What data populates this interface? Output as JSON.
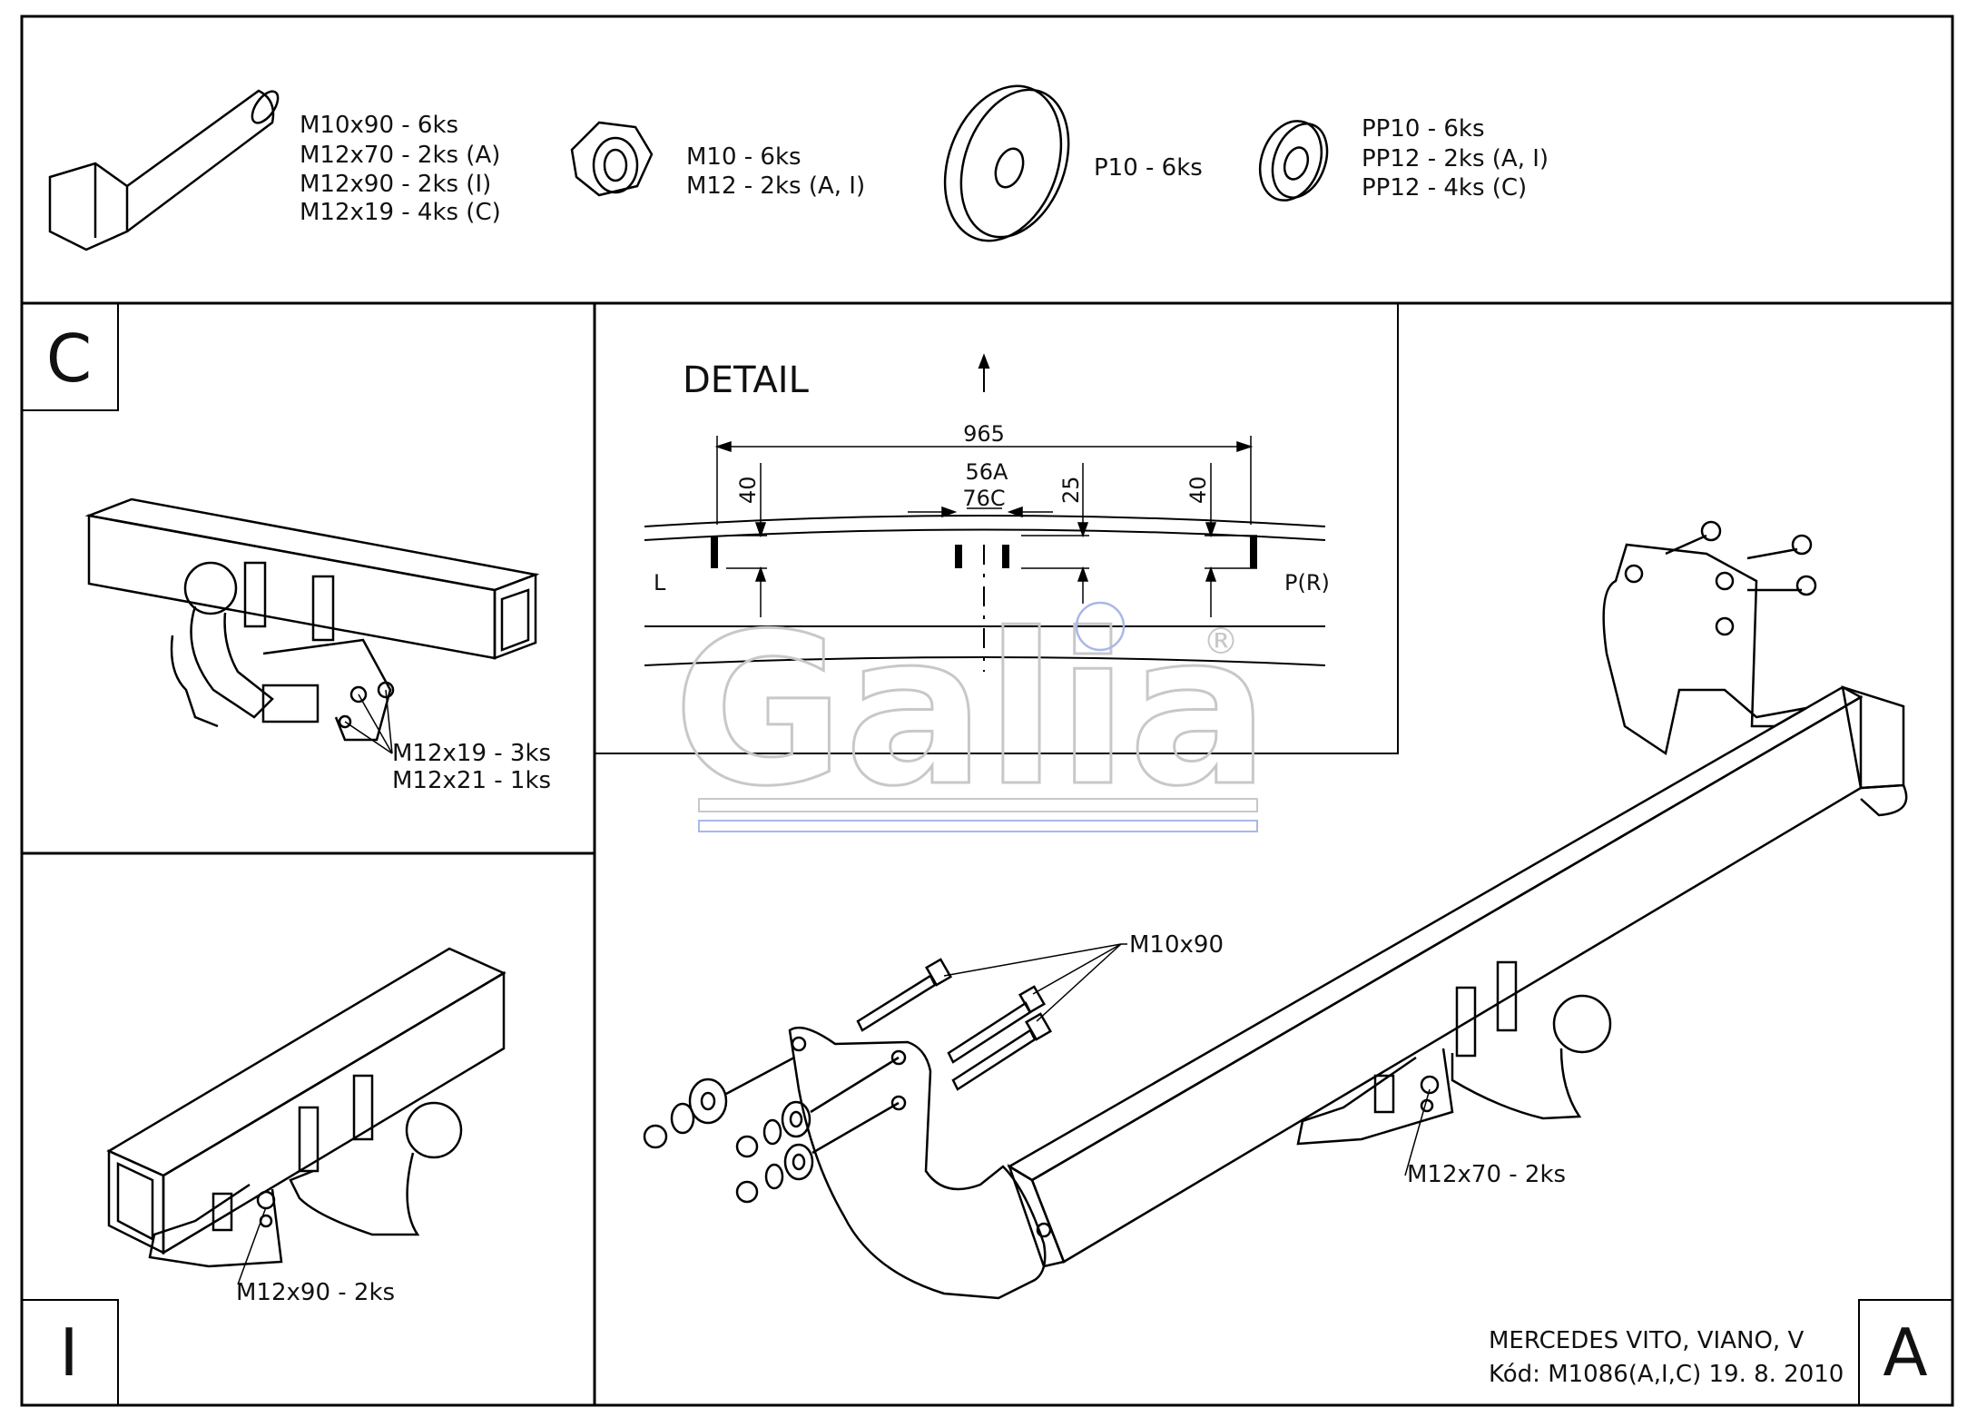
{
  "hardware": {
    "bolt": [
      "M10x90 - 6ks",
      "M12x70 - 2ks (A)",
      "M12x90 - 2ks (I)",
      "M12x19 - 4ks (C)"
    ],
    "nut": [
      "M10 - 6ks",
      "M12 - 2ks (A, I)"
    ],
    "washer": [
      "P10 - 6ks"
    ],
    "spring_washer": [
      "PP10 - 6ks",
      "PP12 - 2ks (A, I)",
      "PP12 - 4ks (C)"
    ]
  },
  "panel_c": {
    "letter": "C",
    "callouts": [
      "M12x19 - 3ks",
      "M12x21 - 1ks"
    ]
  },
  "panel_i": {
    "letter": "I",
    "callout": "M12x90 - 2ks"
  },
  "detail": {
    "title": "DETAIL",
    "dim_total": "965",
    "dim_center_a": "56A",
    "dim_center_c": "76C",
    "dim_left": "40",
    "dim_mid": "25",
    "dim_right": "40",
    "side_left": "L",
    "side_right": "P(R)"
  },
  "logo": {
    "text": "Galia",
    "mark": "®"
  },
  "panel_a": {
    "letter": "A",
    "callout_bolts": "M10x90",
    "callout_ball": "M12x70 - 2ks"
  },
  "title_block": {
    "line1": "MERCEDES VITO, VIANO, V",
    "line2": "Kód: M1086(A,I,C)  19. 8. 2010"
  }
}
